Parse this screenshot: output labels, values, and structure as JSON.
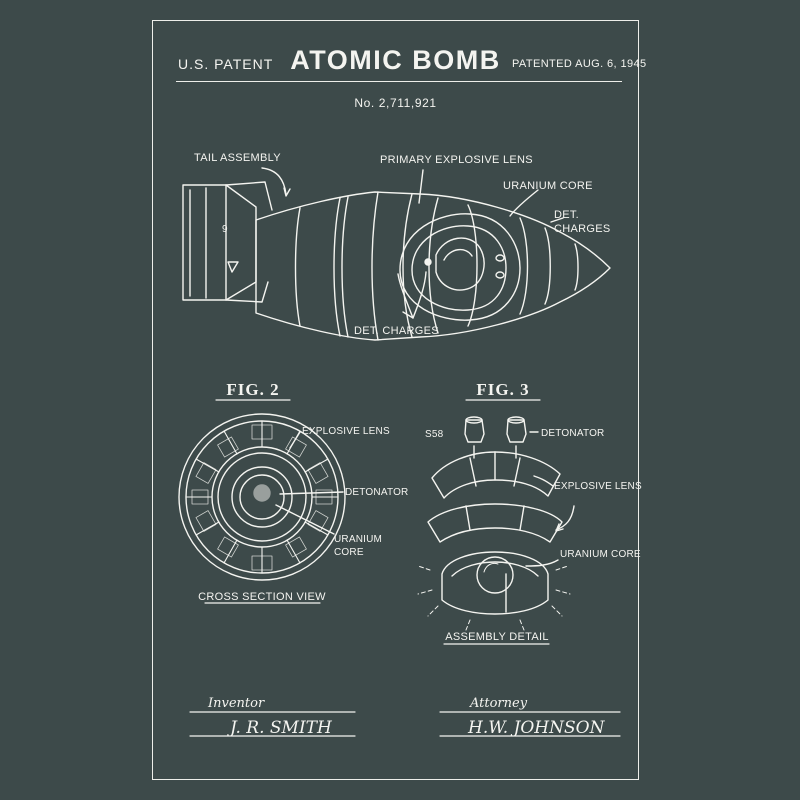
{
  "header": {
    "left": "U.S. PATENT",
    "title": "ATOMIC BOMB",
    "right": "PATENTED AUG. 6, 1945",
    "number": "No. 2,711,921"
  },
  "fig1": {
    "tail_assembly": "TAIL ASSEMBLY",
    "primary_lens": "PRIMARY EXPLOSIVE LENS",
    "uranium_core": "URANIUM CORE",
    "det_charges_right_1": "DET.",
    "det_charges_right_2": "CHARGES",
    "det_charges_bottom": "DET. CHARGES",
    "fin_mark": "9"
  },
  "fig2": {
    "title": "FIG. 2",
    "explosive_lens": "EXPLOSIVE LENS",
    "detonator": "DETONATOR",
    "uranium_core_1": "URANIUM",
    "uranium_core_2": "CORE",
    "caption": "CROSS SECTION VIEW"
  },
  "fig3": {
    "title": "FIG. 3",
    "small_label": "S58",
    "detonator": "DETONATOR",
    "explosive_lens": "EXPLOSIVE LENS",
    "uranium_core": "URANIUM CORE",
    "caption": "ASSEMBLY DETAIL"
  },
  "signatures": {
    "inventor_label": "Inventor",
    "inventor_name": "J. R. SMITH",
    "attorney_label": "Attorney",
    "attorney_name": "H.W. JOHNSON"
  },
  "colors": {
    "background": "#3d4a4a",
    "ink": "#f4f4f0"
  }
}
